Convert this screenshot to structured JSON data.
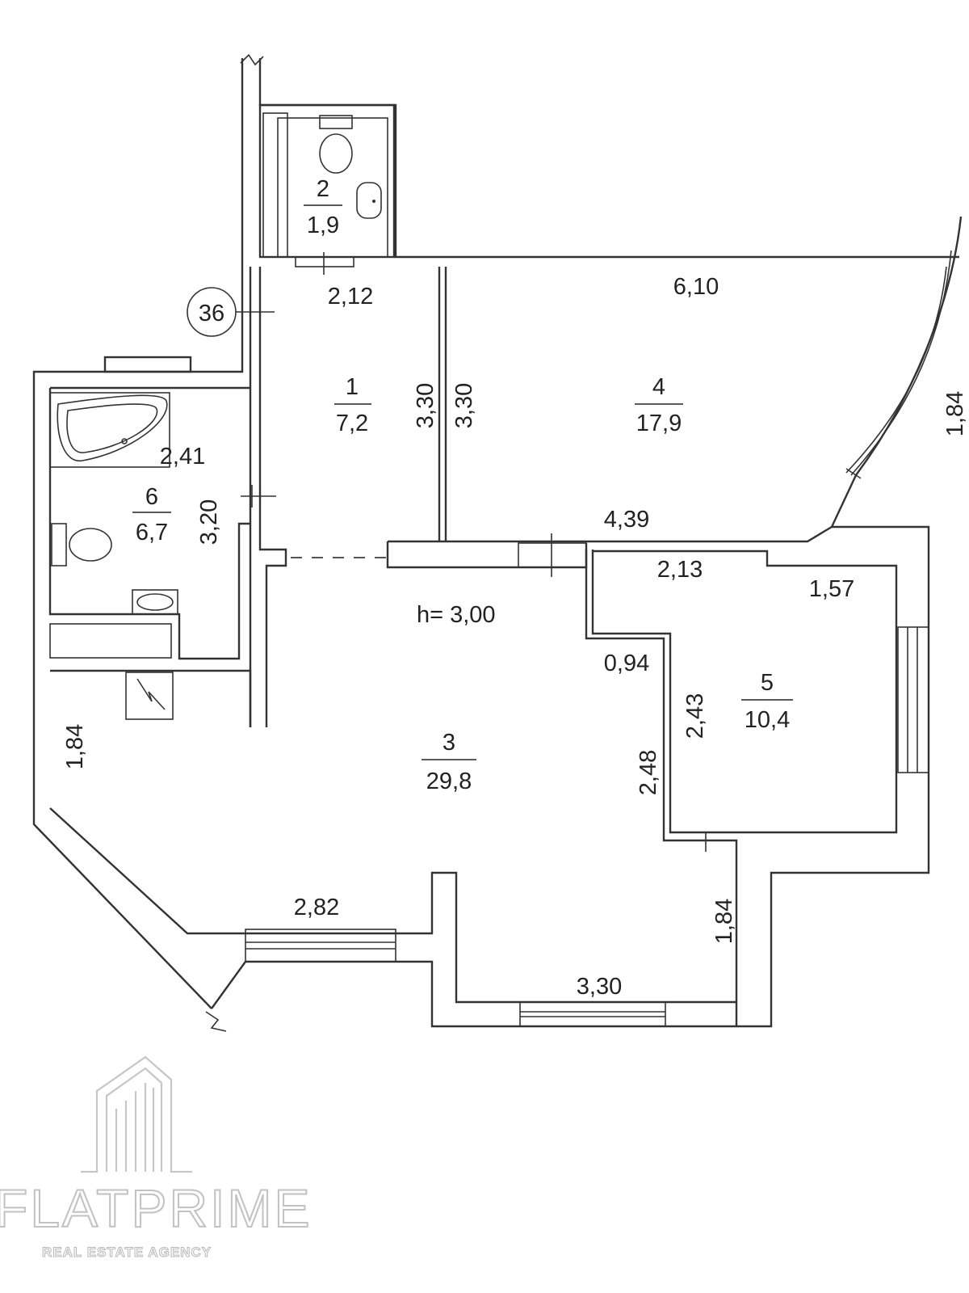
{
  "rooms": [
    {
      "id": "1",
      "area": "7,2"
    },
    {
      "id": "2",
      "area": "1,9"
    },
    {
      "id": "3",
      "area": "29,8"
    },
    {
      "id": "4",
      "area": "17,9"
    },
    {
      "id": "5",
      "area": "10,4"
    },
    {
      "id": "6",
      "area": "6,7"
    }
  ],
  "dimensions": {
    "d_2_12": "2,12",
    "d_6_10": "6,10",
    "d_1_84_right": "1,84",
    "d_3_30_a": "3,30",
    "d_3_30_b": "3,30",
    "d_4_39": "4,39",
    "d_2_13": "2,13",
    "d_1_57": "1,57",
    "d_0_94": "0,94",
    "d_2_43": "2,43",
    "d_2_48": "2,48",
    "d_2_41": "2,41",
    "d_3_20": "3,20",
    "d_1_84_left": "1,84",
    "d_2_82": "2,82",
    "d_1_84_bottom": "1,84",
    "d_3_30_bottom": "3,30"
  },
  "ceiling_height": "h= 3,00",
  "axis_marker": "36",
  "brand": {
    "name": "FLATPRIME",
    "tagline": "REAL ESTATE AGENCY"
  }
}
